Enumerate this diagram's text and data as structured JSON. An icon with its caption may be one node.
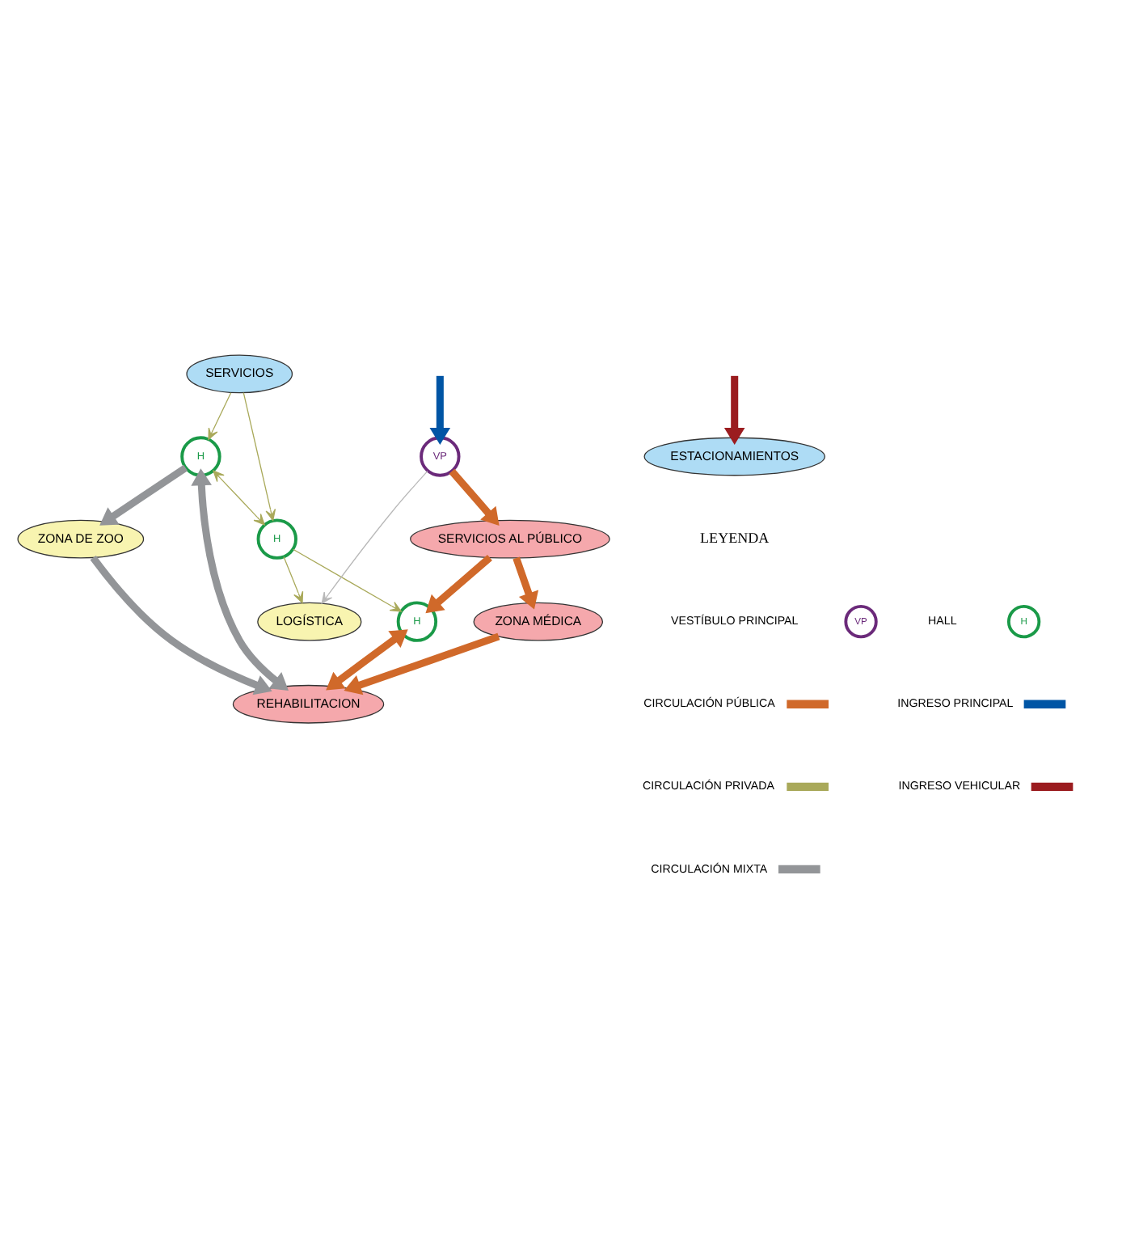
{
  "diagram": {
    "nodes": [
      {
        "text": [
          "ZONA DE ZOO"
        ]
      },
      {
        "text": [
          "H"
        ]
      },
      {
        "text": [
          "SERVICIOS"
        ]
      },
      {
        "text": [
          "REHABILITACION"
        ]
      },
      {
        "text": [
          "H"
        ]
      },
      {
        "text": [
          "H"
        ]
      },
      {
        "text": [
          "ZONA MÉDICA"
        ]
      },
      {
        "text": [
          "LOGÍSTICA"
        ]
      },
      {
        "text": [
          "SERVICIOS AL PÚBLICO"
        ]
      },
      {
        "text": [
          "VP"
        ]
      },
      {
        "text": [
          "ESTACIONAMIENTOS"
        ]
      }
    ],
    "edges": [
      {
        "from": 1,
        "to": 0,
        "arrow": "to",
        "color": "#939598"
      },
      {
        "from": 0,
        "to": 3,
        "arrow": "to",
        "color": "#939598"
      },
      {
        "from": 1,
        "to": 3,
        "arrow": "both",
        "color": "#939598"
      },
      {
        "from": 2,
        "to": 1,
        "arrow": "to",
        "color": "#a9a95a"
      },
      {
        "from": 2,
        "to": 4,
        "arrow": "to",
        "color": "#a9a95a"
      },
      {
        "from": 1,
        "to": 4,
        "arrow": "both",
        "color": "#a9a95a"
      },
      {
        "from": 4,
        "to": 5,
        "arrow": "to",
        "color": "#a9a95a"
      },
      {
        "from": 4,
        "to": 7,
        "arrow": "to",
        "color": "#a9a95a"
      },
      {
        "from": 5,
        "to": 3,
        "arrow": "both"
      },
      {
        "from": 6,
        "to": 3,
        "arrow": "to"
      },
      {
        "from": 8,
        "to": 5,
        "arrow": "to"
      },
      {
        "from": 8,
        "to": 6,
        "arrow": "to"
      },
      {
        "from": 9,
        "to": 8,
        "arrow": "to"
      },
      {
        "from": 9,
        "to": 7,
        "arrow": "to",
        "color": "#b8b8b8"
      },
      {
        "from": null,
        "to": 9,
        "arrow": "to",
        "color": "#0055a5"
      },
      {
        "from": null,
        "to": 10,
        "arrow": "to",
        "color": "#9b1c1f"
      }
    ],
    "labels": [
      "LEYENDA",
      "VP",
      "H"
    ],
    "legend": [
      {
        "text": "VESTÍBULO PRINCIPAL"
      },
      {
        "text": "HALL"
      },
      {
        "text": "CIRCULACIÓN PÚBLICA",
        "color": "#d0692a"
      },
      {
        "text": "INGRESO PRINCIPAL",
        "color": "#0055a5"
      },
      {
        "text": "CIRCULACIÓN PRIVADA",
        "color": "#a9a95a"
      },
      {
        "text": "INGRESO VEHICULAR",
        "color": "#9b1c1f"
      },
      {
        "text": "CIRCULACIÓN MIXTA",
        "color": "#939598"
      }
    ]
  }
}
